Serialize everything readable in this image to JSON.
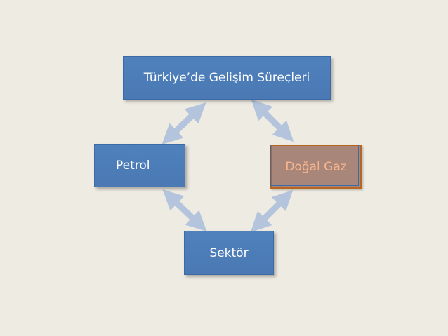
{
  "diagram": {
    "nodes": {
      "top": "Türkiye’de Gelişim Süreçleri",
      "left": "Petrol",
      "right": "Doğal Gaz",
      "bottom": "Sektör"
    },
    "colors": {
      "node_fill": "#4f81bd",
      "node_text": "#ffffff",
      "highlight_fill": "#a8877a",
      "highlight_border": "#b9651f",
      "highlight_text": "#f7b58e",
      "arrow": "#b4c4dd",
      "background": "#eeebe2"
    }
  }
}
